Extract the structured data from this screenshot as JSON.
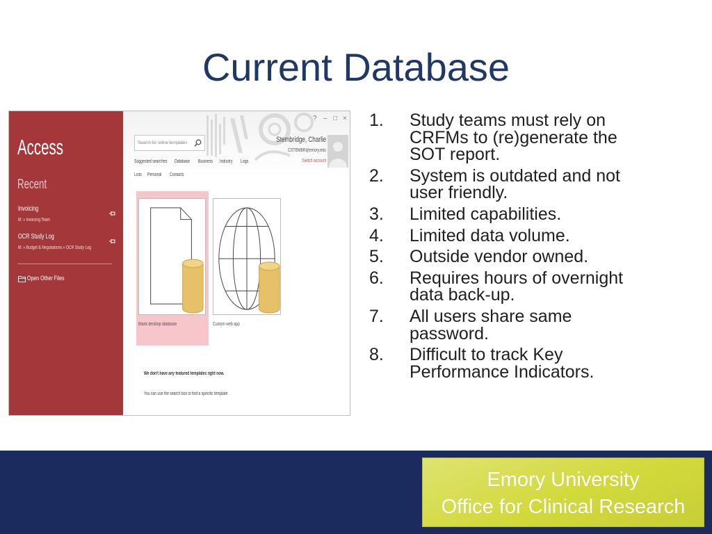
{
  "slide": {
    "title": "Current Database"
  },
  "colors": {
    "title": "#1F3864",
    "access_red": "#A4373A",
    "selected_template": "#F7C6CA",
    "database_gold": "#E6C169",
    "switch_account": "#C0504D",
    "footer_band": "#1B2B5E",
    "footer_box": "#D2D93A"
  },
  "access_window": {
    "window_controls": {
      "help": "?",
      "minimize": "–",
      "restore": "□",
      "close": "×"
    },
    "sidebar": {
      "app_name": "Access",
      "recent_heading": "Recent",
      "recent_items": [
        {
          "name": "Invoicing",
          "path": "M: » Invoicing Team",
          "icon": "pin-icon"
        },
        {
          "name": "OCR Study Log",
          "path": "M: » Budget & Negotiations » OCR Study Log",
          "icon": "pin-icon"
        }
      ],
      "open_other_files": {
        "label": "Open Other Files",
        "icon": "folder-open-icon"
      }
    },
    "search": {
      "placeholder": "Search for online templates",
      "icon": "search-icon"
    },
    "suggested_searches": {
      "label": "Suggested searches:",
      "items": [
        "Database",
        "Business",
        "Industry",
        "Logs",
        "Lists",
        "Personal",
        "Contacts"
      ]
    },
    "account": {
      "name": "Stembridge, Charlie",
      "email": "CSTEMBR@emory.edu",
      "switch_label": "Switch account",
      "icon": "user-avatar-icon"
    },
    "templates": [
      {
        "label": "Blank desktop database",
        "icon": "blank-database-icon",
        "selected": true
      },
      {
        "label": "Custom web app",
        "icon": "web-app-globe-icon",
        "selected": false
      }
    ],
    "featured_message": {
      "heading": "We don't have any featured templates right now.",
      "hint": "You can use the search box to find a specific template."
    }
  },
  "points": [
    {
      "number": "1.",
      "text": "Study teams must rely on CRFMs to (re)generate the SOT report."
    },
    {
      "number": "2.",
      "text": "System is outdated and not user friendly."
    },
    {
      "number": "3.",
      "text": "Limited capabilities."
    },
    {
      "number": "4.",
      "text": "Limited data volume."
    },
    {
      "number": "5.",
      "text": "Outside vendor owned."
    },
    {
      "number": "6.",
      "text": "Requires hours of overnight data back-up."
    },
    {
      "number": "7.",
      "text": "All users share same password."
    },
    {
      "number": "8.",
      "text": "Difficult to track Key Performance Indicators."
    }
  ],
  "footer": {
    "line1": "Emory University",
    "line2": "Office for Clinical Research"
  }
}
